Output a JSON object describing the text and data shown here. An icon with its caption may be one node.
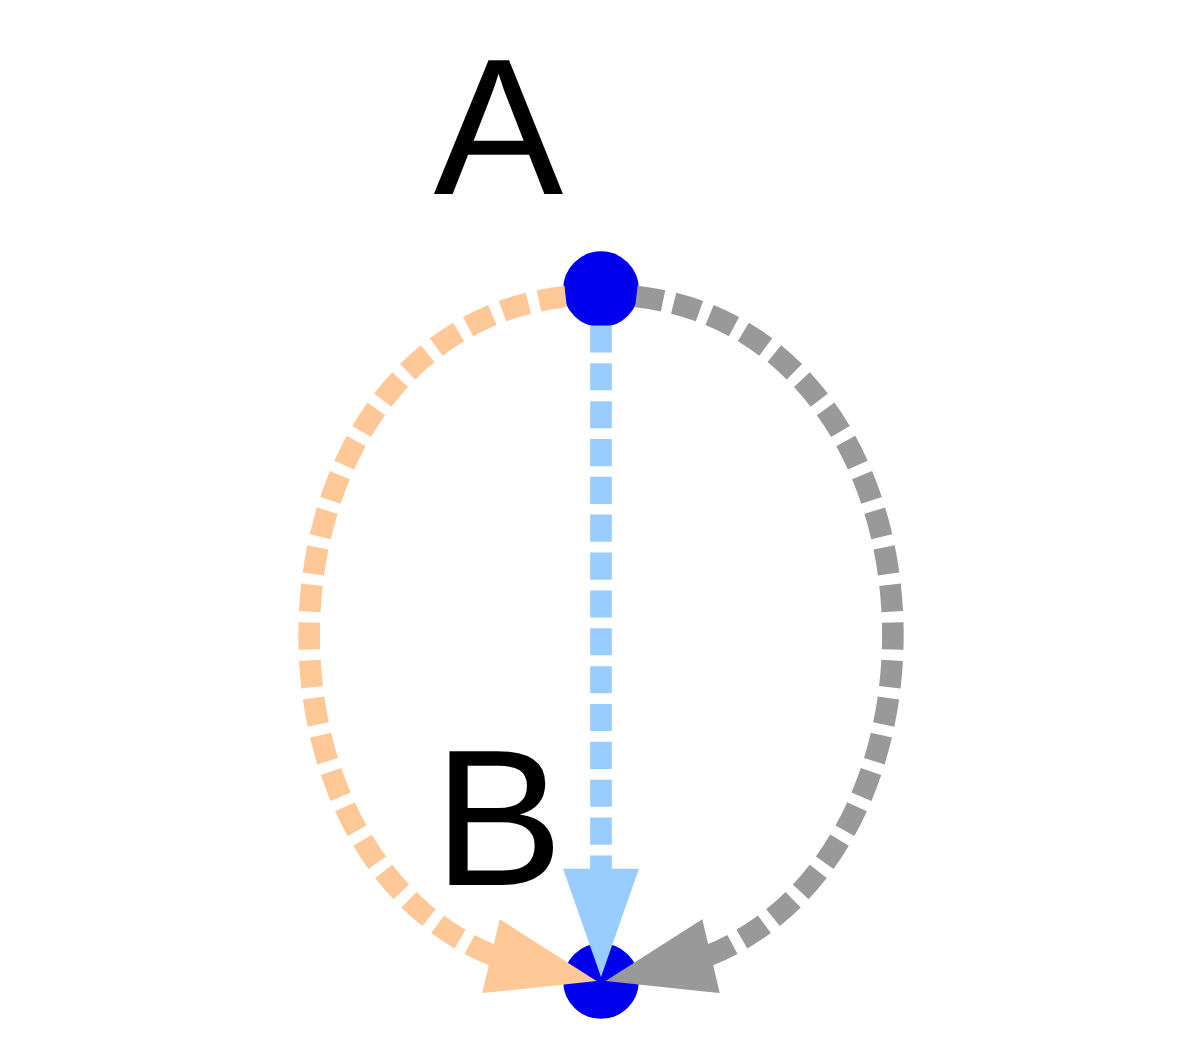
{
  "diagram": {
    "nodes": [
      {
        "text": [],
        "shape": "circle",
        "beside": [
          "A"
        ]
      },
      {
        "text": [],
        "shape": "circle",
        "beside": [
          "B"
        ]
      }
    ],
    "edges": [
      {
        "from": 0,
        "to": 1,
        "arrow": "to",
        "style": "dashed",
        "color": "#ffc896"
      },
      {
        "from": 0,
        "to": 1,
        "arrow": "to",
        "style": "dashed",
        "color": "#99ccff"
      },
      {
        "from": 0,
        "to": 1,
        "arrow": "to",
        "style": "dashed",
        "color": "#999999"
      }
    ]
  }
}
